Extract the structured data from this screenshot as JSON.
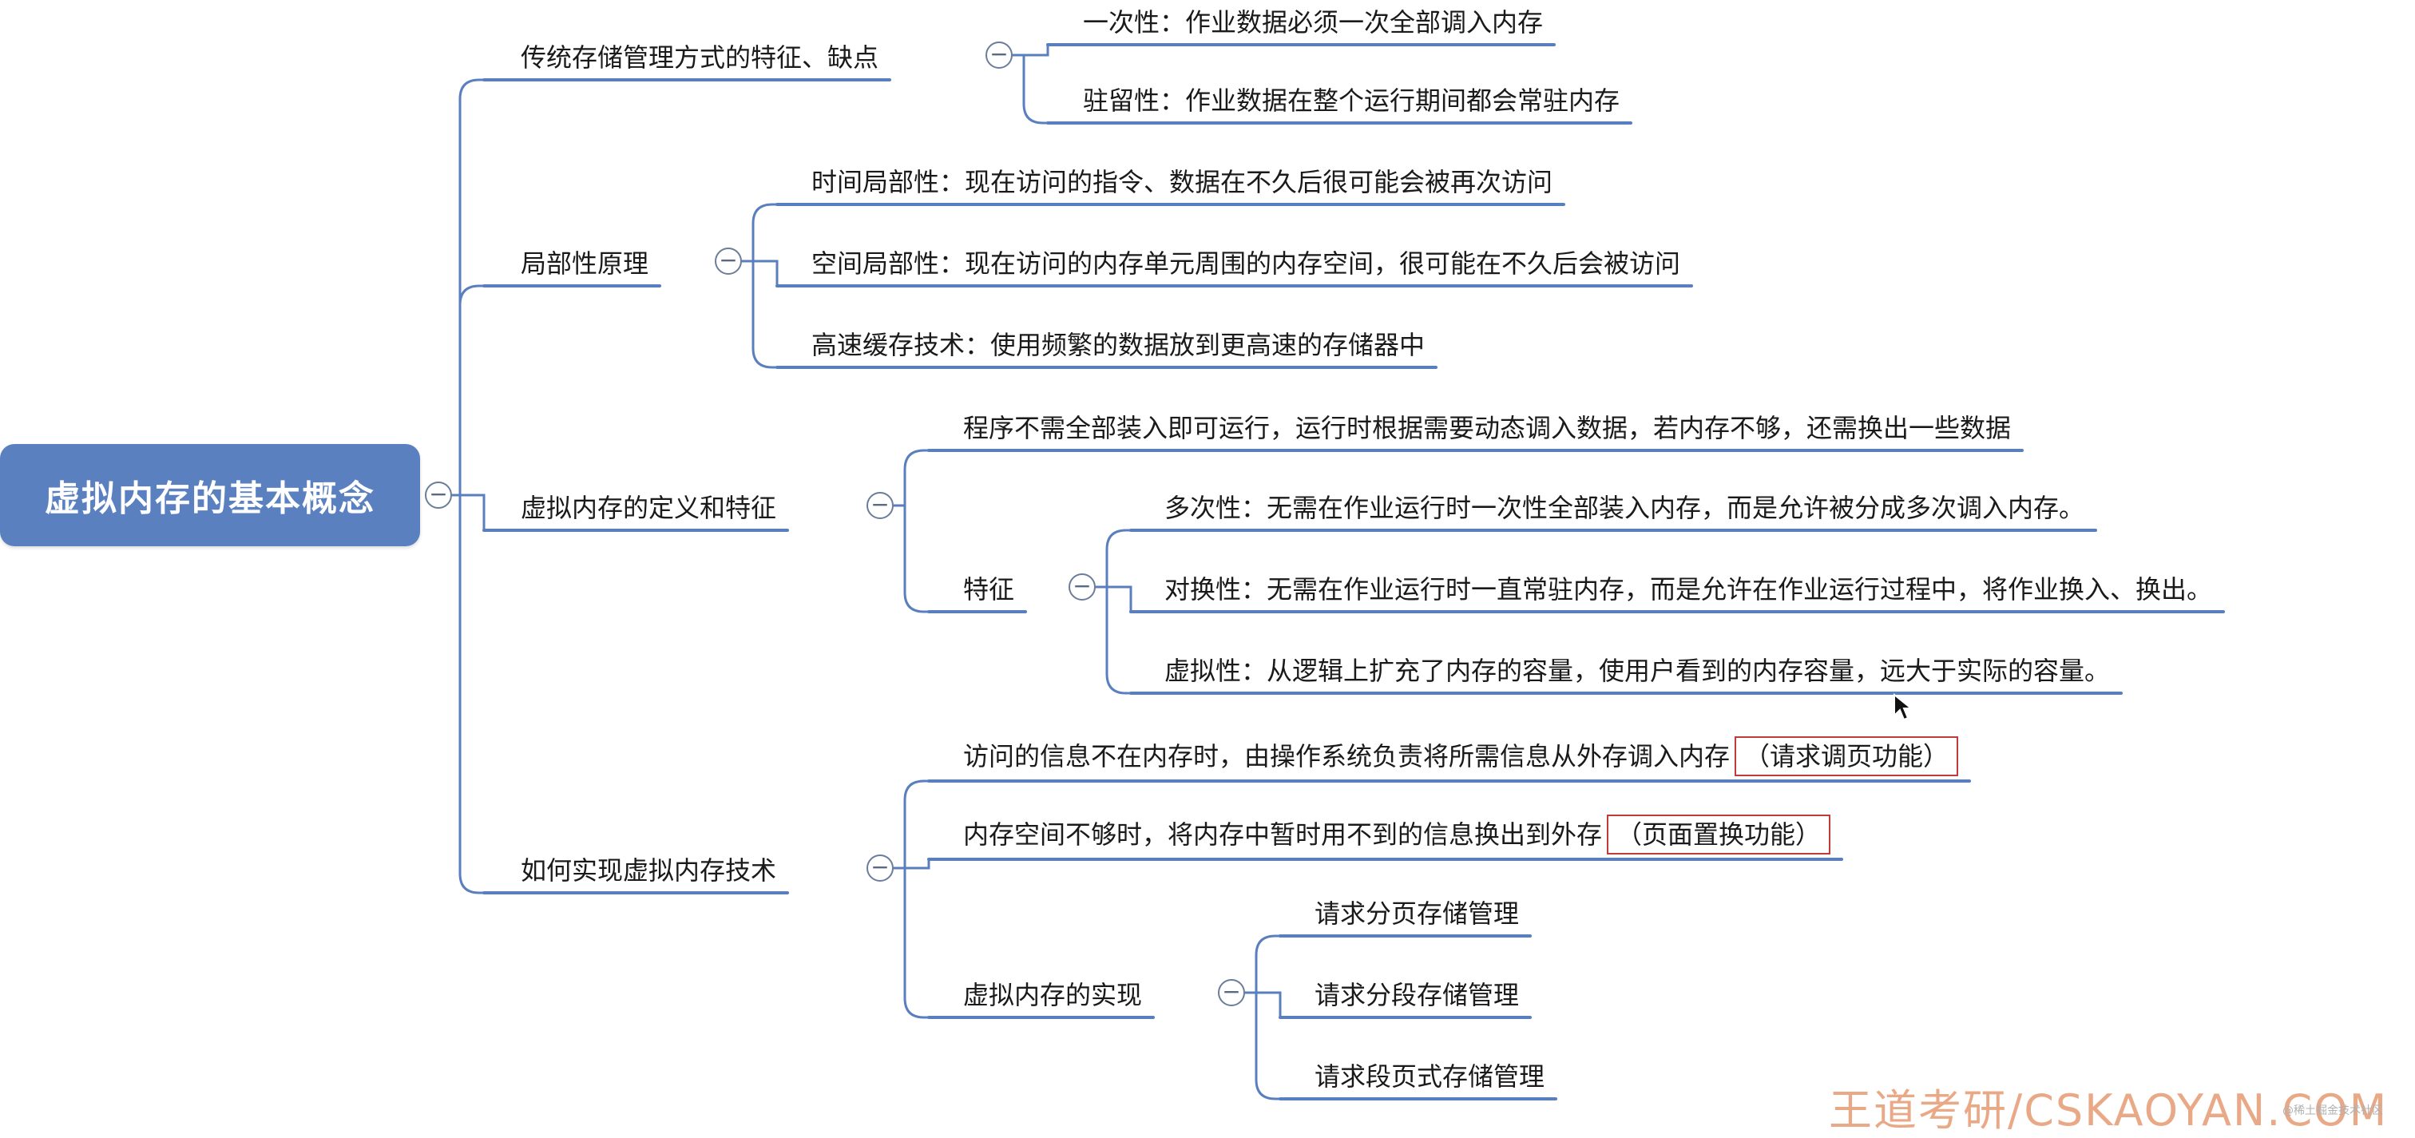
{
  "root": {
    "label": "虚拟内存的基本概念"
  },
  "branches": {
    "traditional": {
      "label": "传统存储管理方式的特征、缺点",
      "children": [
        "一次性：作业数据必须一次全部调入内存",
        "驻留性：作业数据在整个运行期间都会常驻内存"
      ]
    },
    "locality": {
      "label": "局部性原理",
      "children": [
        "时间局部性：现在访问的指令、数据在不久后很可能会被再次访问",
        "空间局部性：现在访问的内存单元周围的内存空间，很可能在不久后会被访问",
        "高速缓存技术：使用频繁的数据放到更高速的存储器中"
      ]
    },
    "definition": {
      "label": "虚拟内存的定义和特征",
      "intro": "程序不需全部装入即可运行，运行时根据需要动态调入数据，若内存不够，还需换出一些数据",
      "features": {
        "label": "特征",
        "children": [
          "多次性：无需在作业运行时一次性全部装入内存，而是允许被分成多次调入内存。",
          "对换性：无需在作业运行时一直常驻内存，而是允许在作业运行过程中，将作业换入、换出。",
          "虚拟性：从逻辑上扩充了内存的容量，使用户看到的内存容量，远大于实际的容量。"
        ]
      }
    },
    "implementation": {
      "label": "如何实现虚拟内存技术",
      "item1": {
        "text": "访问的信息不在内存时，由操作系统负责将所需信息从外存调入内存",
        "tag": "（请求调页功能）"
      },
      "item2": {
        "text": "内存空间不够时，将内存中暂时用不到的信息换出到外存",
        "tag": "（页面置换功能）"
      },
      "realization": {
        "label": "虚拟内存的实现",
        "children": [
          "请求分页存储管理",
          "请求分段存储管理",
          "请求段页式存储管理"
        ]
      }
    }
  },
  "toggle_symbol": "−",
  "watermark": "王道考研/CSKAOYAN.COM",
  "watermark_small": "@稀土掘金技术社区",
  "colors": {
    "root_bg": "#5a80c0",
    "line": "#5a7fbf",
    "tag_border": "#c23a3a"
  }
}
